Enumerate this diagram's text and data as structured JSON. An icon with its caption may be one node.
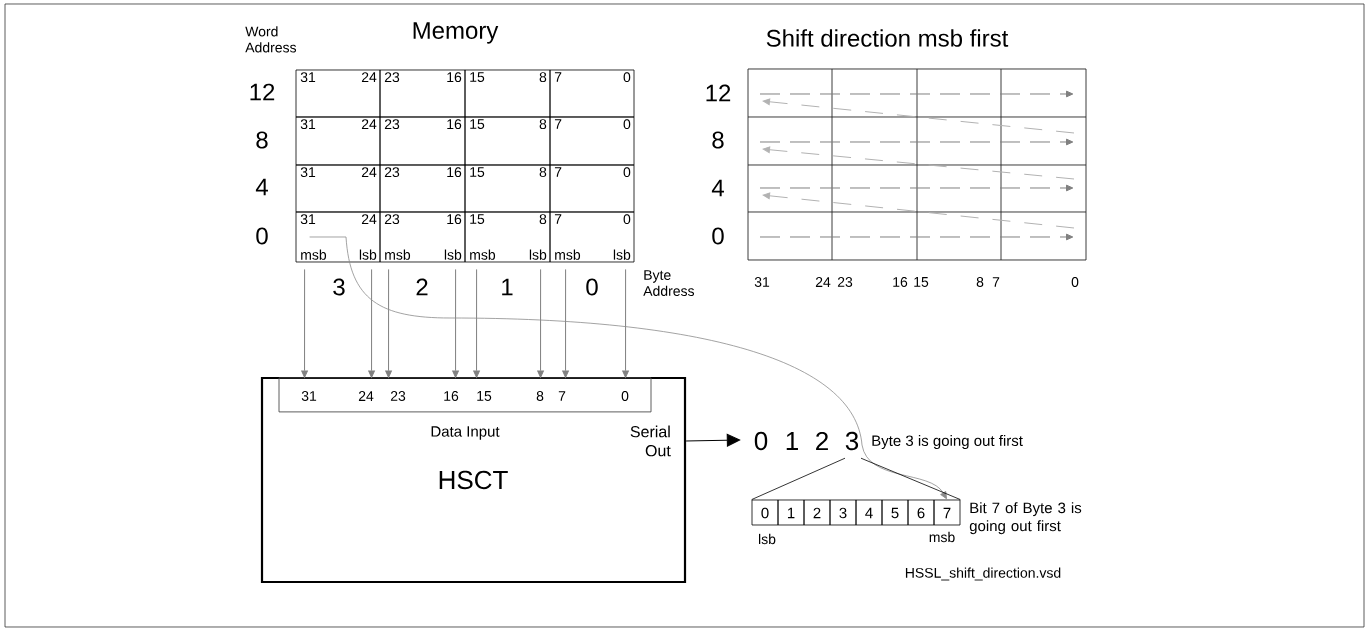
{
  "diagram": {
    "nodes": [
      {
        "text": [
          "31",
          "24"
        ]
      },
      {
        "text": [
          "23",
          "16"
        ]
      },
      {
        "text": [
          "15",
          "8"
        ]
      },
      {
        "text": [
          "7",
          "0"
        ]
      },
      {
        "text": [
          "31",
          "24"
        ]
      },
      {
        "text": [
          "23",
          "16"
        ]
      },
      {
        "text": [
          "15",
          "8"
        ]
      },
      {
        "text": [
          "7",
          "0"
        ]
      },
      {
        "text": [
          "31",
          "24"
        ]
      },
      {
        "text": [
          "23",
          "16"
        ]
      },
      {
        "text": [
          "15",
          "8"
        ]
      },
      {
        "text": [
          "7",
          "0"
        ]
      },
      {
        "text": [
          "31",
          "24",
          "msb",
          "lsb"
        ]
      },
      {
        "text": [
          "23",
          "16",
          "msb",
          "lsb"
        ]
      },
      {
        "text": [
          "15",
          "8",
          "msb",
          "lsb"
        ]
      },
      {
        "text": [
          "7",
          "0",
          "msb",
          "lsb"
        ]
      },
      {
        "text": [
          "Serial Out",
          "HSCT"
        ]
      },
      {
        "text": [
          "31",
          "24",
          "23",
          "16",
          "15",
          "8",
          "7",
          "0"
        ],
        "in": 16,
        "beside": [
          "Data Input"
        ]
      },
      {
        "text": [
          "0",
          "1",
          "2",
          "3"
        ],
        "beside": [
          "Byte 3 is going out first"
        ]
      },
      {
        "text": [
          "0"
        ]
      },
      {
        "text": [
          "1"
        ]
      },
      {
        "text": [
          "2"
        ]
      },
      {
        "text": [
          "3"
        ]
      },
      {
        "text": [
          "4"
        ]
      },
      {
        "text": [
          "5"
        ]
      },
      {
        "text": [
          "6"
        ]
      },
      {
        "text": [
          "7"
        ]
      }
    ],
    "edges": [
      {
        "from": 12,
        "to": 17,
        "arrow": "to"
      },
      {
        "from": 12,
        "to": 17,
        "arrow": "to"
      },
      {
        "from": 13,
        "to": 17,
        "arrow": "to"
      },
      {
        "from": 13,
        "to": 17,
        "arrow": "to"
      },
      {
        "from": 14,
        "to": 17,
        "arrow": "to"
      },
      {
        "from": 14,
        "to": 17,
        "arrow": "to"
      },
      {
        "from": 15,
        "to": 17,
        "arrow": "to"
      },
      {
        "from": 15,
        "to": 17,
        "arrow": "to"
      },
      {
        "from": 16,
        "to": 18,
        "arrow": "to",
        "color": "#000000"
      },
      {
        "from": 12,
        "to": 26,
        "arrow": "to"
      },
      {
        "from": 18,
        "to": 19,
        "arrow": "none",
        "color": "#000000"
      },
      {
        "from": 18,
        "to": 26,
        "arrow": "none",
        "color": "#000000"
      }
    ],
    "labels": [
      "Word Address",
      "Memory",
      "Shift direction msb first",
      "12",
      "8",
      "4",
      "0",
      "12",
      "8",
      "4",
      "0",
      "3",
      "2",
      "1",
      "0",
      "Byte Address",
      "31",
      "24",
      "23",
      "16",
      "15",
      "8",
      "7",
      "0",
      "Bit 7 of Byte 3 is going out first",
      "lsb",
      "msb",
      "HSSL_shift_direction.vsd"
    ]
  }
}
